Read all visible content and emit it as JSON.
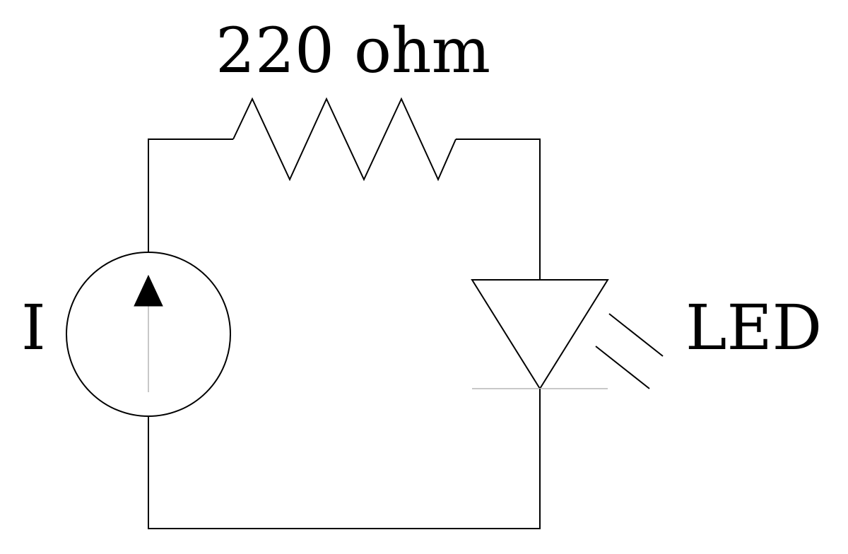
{
  "diagram": {
    "type": "circuit-schematic",
    "components": {
      "resistor": {
        "label": "220 ohm"
      },
      "current_source": {
        "label": "I"
      },
      "led": {
        "label": "LED"
      }
    },
    "colors": {
      "line": "#000000",
      "background": "#ffffff",
      "faint_line": "#c8c8c8"
    }
  }
}
